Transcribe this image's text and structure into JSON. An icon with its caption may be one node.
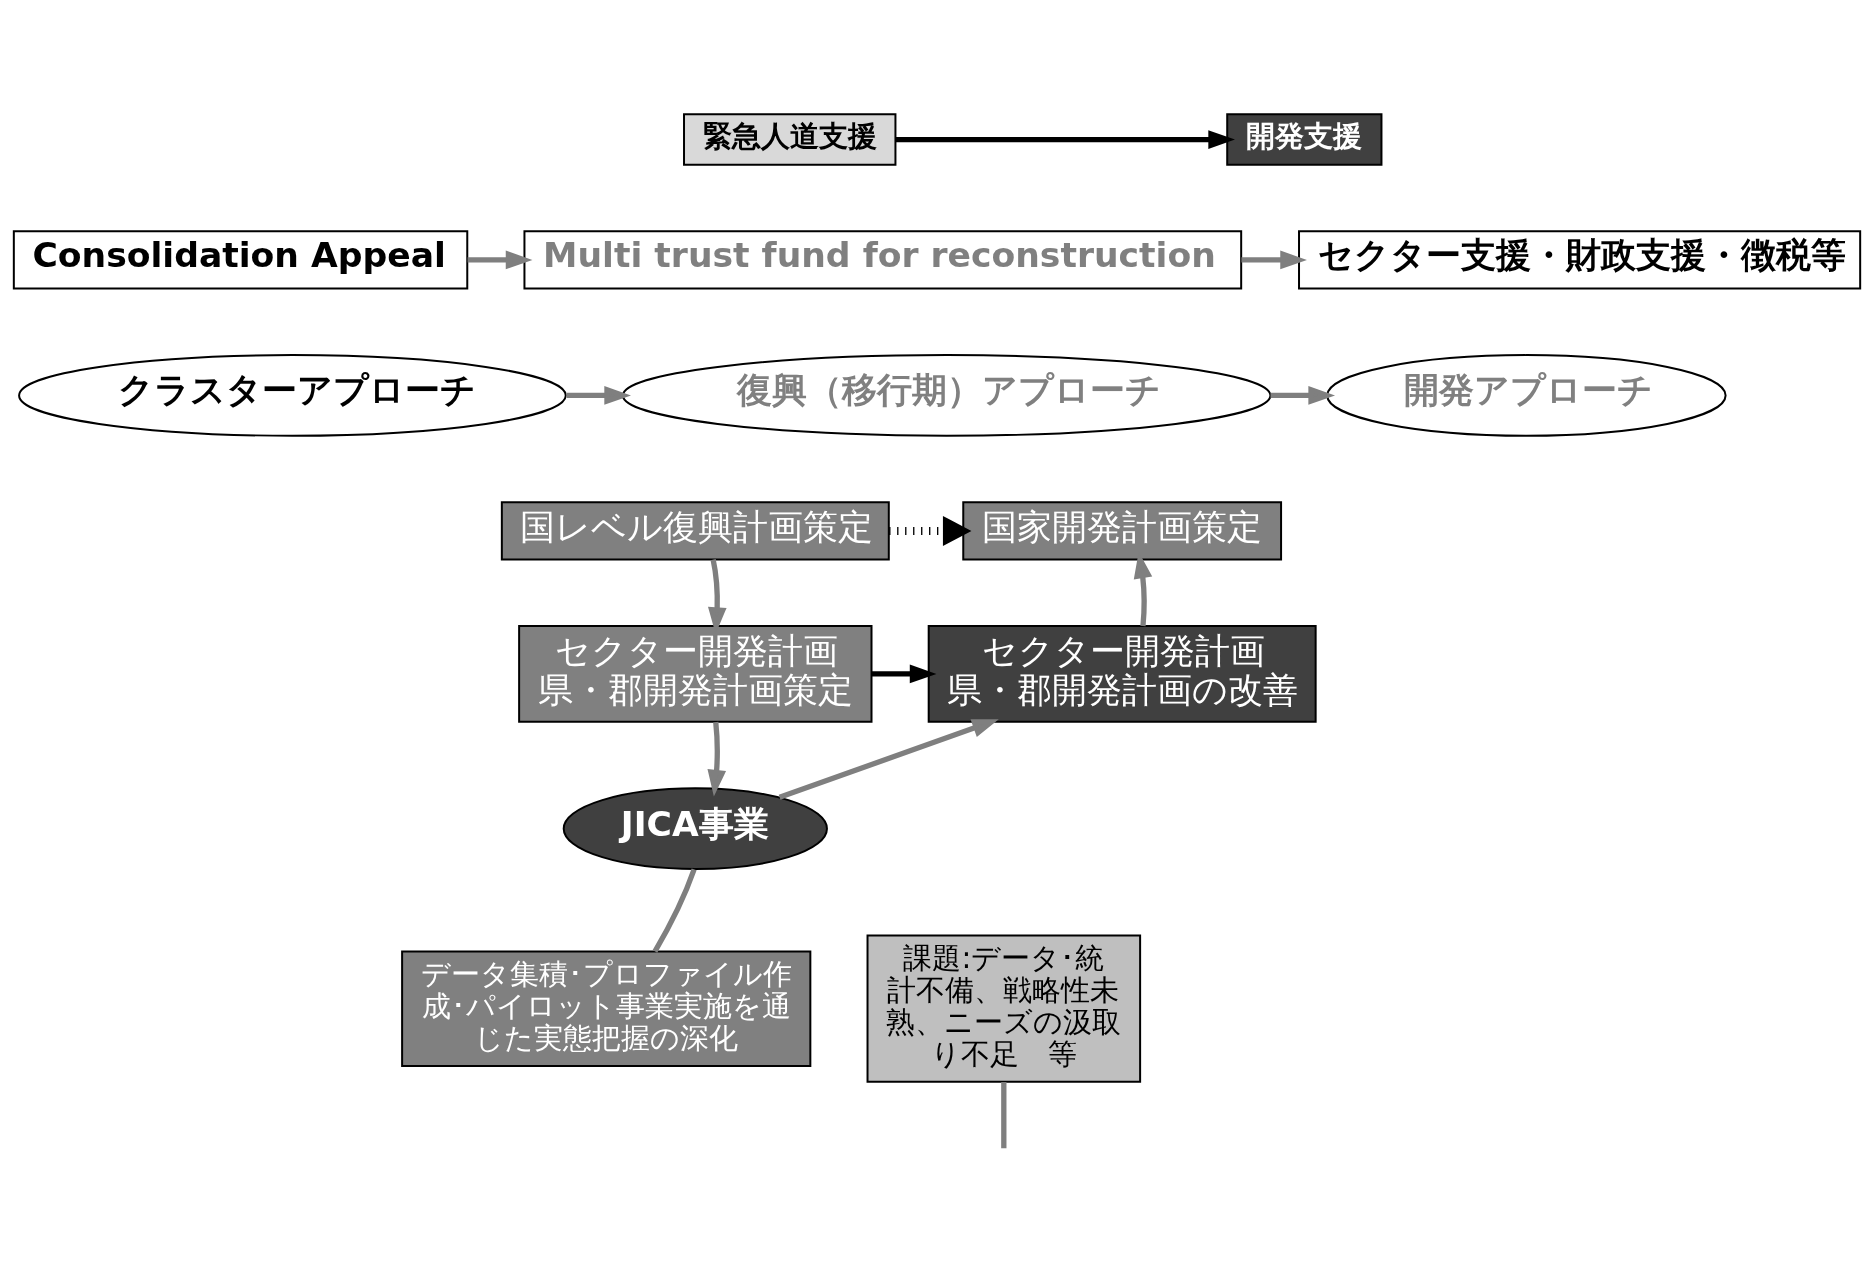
{
  "diagram": {
    "nodes": [
      {
        "text": [
          "緊急人道支援"
        ]
      },
      {
        "text": [
          "開発支援"
        ]
      },
      {
        "text": [
          "Consolidation Appeal"
        ]
      },
      {
        "text": [
          "Multi trust fund for reconstruction"
        ]
      },
      {
        "text": [
          "セクター支援・財政支援・徴税等"
        ]
      },
      {
        "text": [
          "クラスターアプローチ"
        ]
      },
      {
        "text": [
          "復興（移行期）アプローチ"
        ]
      },
      {
        "text": [
          "開発アプローチ"
        ]
      },
      {
        "text": [
          "国レベル復興計画策定"
        ]
      },
      {
        "text": [
          "国家開発計画策定"
        ]
      },
      {
        "text": [
          "セクター開発計画",
          "県・郡開発計画策定"
        ]
      },
      {
        "text": [
          "セクター開発計画",
          "県・郡開発計画の改善"
        ]
      },
      {
        "text": [
          "JICA事業"
        ]
      },
      {
        "text": [
          "課題:データ･統計不備、戦略性未熟、ニーズの汲取り不足　等"
        ]
      },
      {
        "text": [
          "データ集積･プロファイル作成･パイロット事業実施を通じた実態把握の深化"
        ]
      }
    ],
    "edges": [
      {
        "from": 0,
        "to": 1,
        "arrow": "to",
        "color": "#000000"
      },
      {
        "from": 2,
        "to": 3,
        "arrow": "to"
      },
      {
        "from": 3,
        "to": 4,
        "arrow": "to"
      },
      {
        "from": 5,
        "to": 6,
        "arrow": "to"
      },
      {
        "from": 6,
        "to": 7,
        "arrow": "to"
      },
      {
        "from": 8,
        "to": 9,
        "arrow": "to",
        "style": "dashed",
        "color": "#000000"
      },
      {
        "from": 10,
        "to": 11,
        "arrow": "to",
        "color": "#000000"
      },
      {
        "from": 8,
        "to": 10,
        "arrow": "to"
      },
      {
        "from": 11,
        "to": 9,
        "arrow": "to"
      },
      {
        "from": 10,
        "to": 12,
        "arrow": "to"
      },
      {
        "from": 12,
        "to": 11,
        "arrow": "to"
      },
      {
        "from": 13,
        "to": null,
        "arrow": "none"
      },
      {
        "from": 14,
        "to": 12,
        "arrow": "none"
      }
    ]
  }
}
